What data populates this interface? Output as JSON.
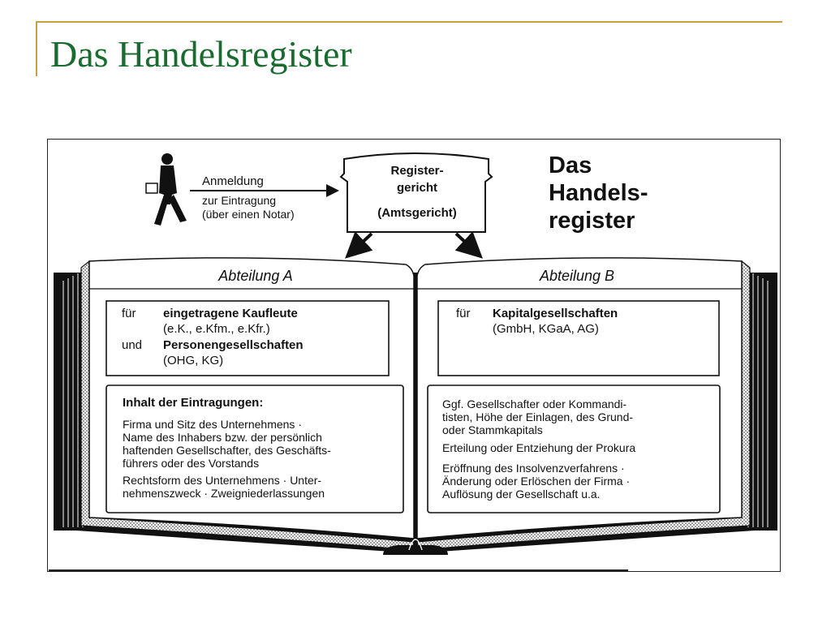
{
  "slide": {
    "title": "Das Handelsregister"
  },
  "diagram": {
    "heading_lines": [
      "Das",
      "Handels-",
      "register"
    ],
    "registration": {
      "lines": [
        "Anmeldung",
        "zur Eintragung",
        "(über einen Notar)"
      ]
    },
    "court": {
      "name_lines": [
        "Register-",
        "gericht"
      ],
      "subtitle": "(Amtsgericht)"
    },
    "section_a": {
      "title": "Abteilung A",
      "scope": {
        "prefix_1": "für",
        "entity_1": "eingetragene Kaufleute",
        "examples_1": "(e.K., e.Kfm., e.Kfr.)",
        "prefix_2": "und",
        "entity_2": "Personengesellschaften",
        "examples_2": "(OHG, KG)"
      },
      "content_heading": "Inhalt der Eintragungen:",
      "content_paragraphs": [
        [
          "Firma und Sitz des Unternehmens ·",
          "Name des Inhabers bzw. der persönlich",
          "haftenden Gesellschafter, des Geschäfts-",
          "führers oder des Vorstands"
        ],
        [
          "Rechtsform des Unternehmens · Unter-",
          "nehmenszweck · Zweigniederlassungen"
        ]
      ]
    },
    "section_b": {
      "title": "Abteilung B",
      "scope": {
        "prefix": "für",
        "entity": "Kapitalgesellschaften",
        "examples": "(GmbH, KGaA, AG)"
      },
      "content_paragraphs": [
        [
          "Ggf. Gesellschafter oder Kommandi-",
          "tisten, Höhe der Einlagen, des Grund-",
          "oder Stammkapitals"
        ],
        [
          "Erteilung oder Entziehung der Prokura"
        ],
        [
          "Eröffnung des Insolvenzverfahrens ·",
          "Änderung oder Erlöschen der Firma ·",
          "Auflösung der Gesellschaft u.a."
        ]
      ]
    }
  }
}
